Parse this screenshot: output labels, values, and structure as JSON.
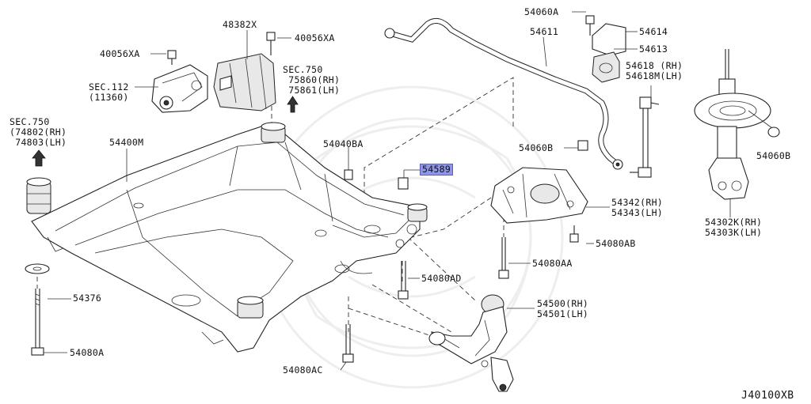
{
  "diagram_id": "J40100XB",
  "highlight_color": "#8f95e8",
  "callouts": [
    {
      "id": "48382X",
      "text": "48382X"
    },
    {
      "id": "40056XA_top",
      "text": "40056XA"
    },
    {
      "id": "40056XA_left",
      "text": "40056XA"
    },
    {
      "id": "sec112",
      "text": "SEC.112\n(11360)"
    },
    {
      "id": "sec750_mid",
      "text": "SEC.750\n 75860(RH)\n 75861(LH)"
    },
    {
      "id": "sec750_left",
      "text": "SEC.750\n(74802(RH)\n 74803(LH)"
    },
    {
      "id": "54400M",
      "text": "54400M"
    },
    {
      "id": "54040BA",
      "text": "54040BA"
    },
    {
      "id": "54589",
      "text": "54589"
    },
    {
      "id": "54060A",
      "text": "54060A"
    },
    {
      "id": "54611",
      "text": "54611"
    },
    {
      "id": "54614",
      "text": "54614"
    },
    {
      "id": "54613",
      "text": "54613"
    },
    {
      "id": "54618",
      "text": "54618 (RH)\n54618M(LH)"
    },
    {
      "id": "54060B_mid",
      "text": "54060B"
    },
    {
      "id": "54060B_right",
      "text": "54060B"
    },
    {
      "id": "54342",
      "text": "54342(RH)\n54343(LH)"
    },
    {
      "id": "54302K",
      "text": "54302K(RH)\n54303K(LH)"
    },
    {
      "id": "54080AB",
      "text": "54080AB"
    },
    {
      "id": "54080AA",
      "text": "54080AA"
    },
    {
      "id": "54080AD",
      "text": "54080AD"
    },
    {
      "id": "54500",
      "text": "54500(RH)\n54501(LH)"
    },
    {
      "id": "54376",
      "text": "54376"
    },
    {
      "id": "54080A",
      "text": "54080A"
    },
    {
      "id": "54080AC",
      "text": "54080AC"
    }
  ]
}
